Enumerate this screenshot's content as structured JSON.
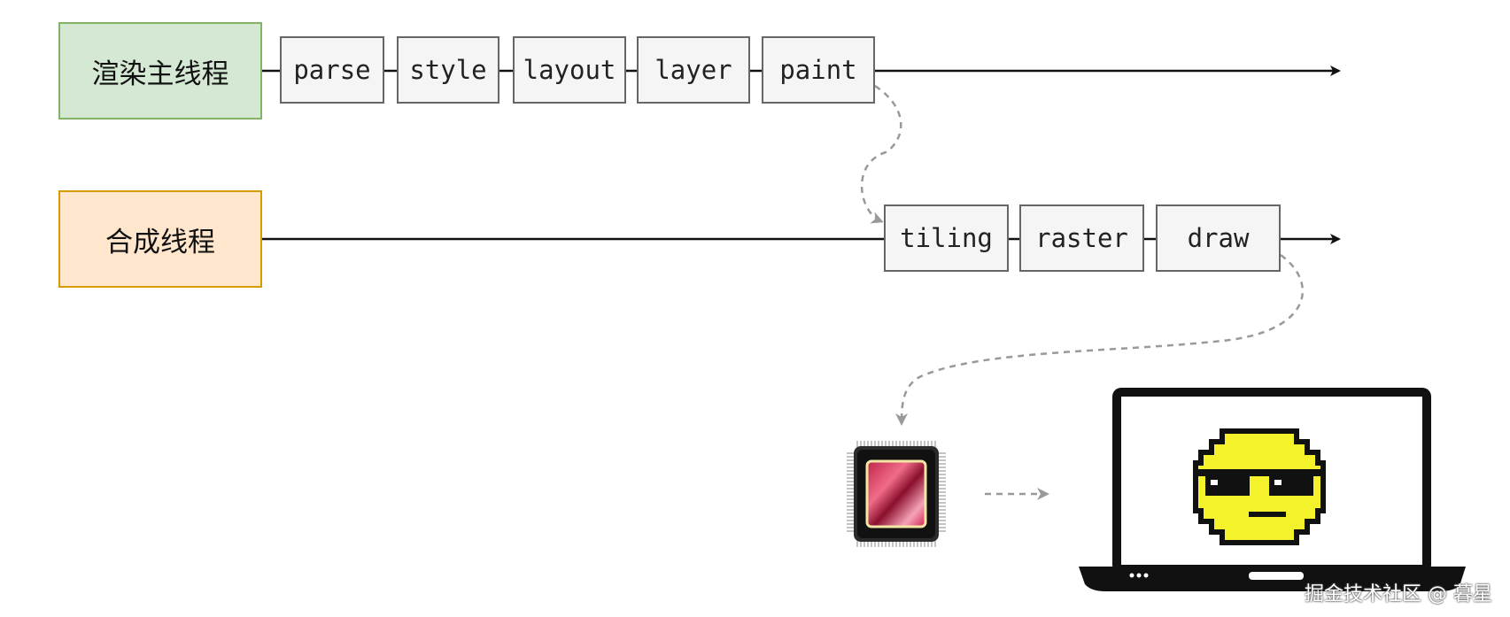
{
  "threads": {
    "main": "渲染主线程",
    "compositor": "合成线程"
  },
  "main_stages": [
    "parse",
    "style",
    "layout",
    "layer",
    "paint"
  ],
  "compositor_stages": [
    "tiling",
    "raster",
    "draw"
  ],
  "icons": {
    "gpu": "gpu-chip-icon",
    "display": "laptop-display-icon",
    "face": "sunglasses-smiley-icon"
  },
  "colors": {
    "main_thread_fill": "#d5e8d4",
    "main_thread_border": "#82b366",
    "compositor_fill": "#ffe6cc",
    "compositor_border": "#d79b00",
    "stage_fill": "#f5f5f5",
    "stage_border": "#666666",
    "dashed_arrow": "#999999"
  },
  "watermark": "掘金技术社区 @ 暮星"
}
